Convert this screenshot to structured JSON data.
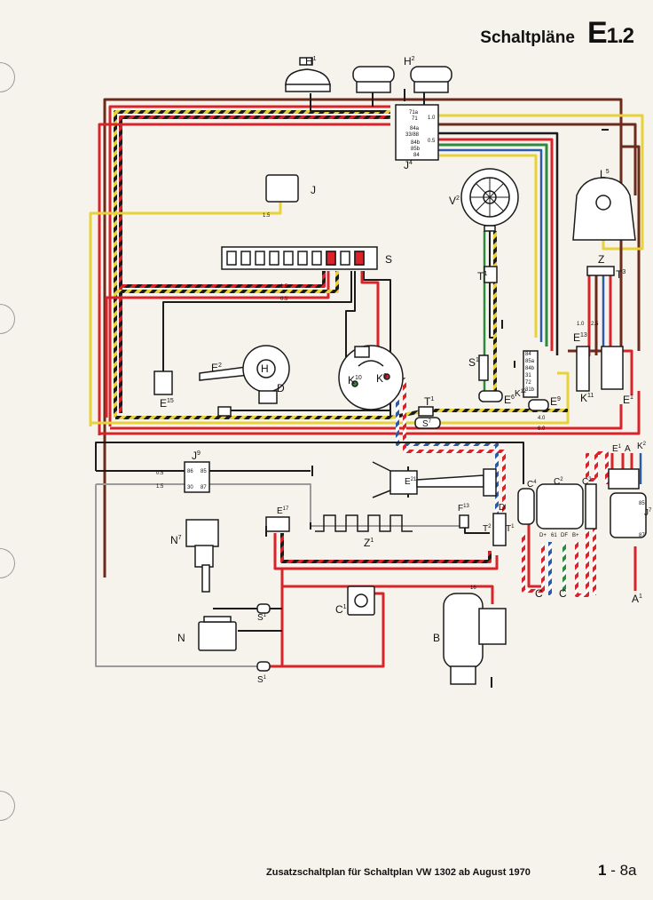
{
  "header": {
    "title": "Schaltpläne",
    "section_letter": "E",
    "section_number": "1.2"
  },
  "footer": {
    "caption": "Zusatzschaltplan für Schaltplan VW 1302 ab August 1970"
  },
  "page_number": {
    "prefix": "1",
    "sep": " - ",
    "suffix": "8a"
  },
  "colors": {
    "red": "#d8232a",
    "black": "#1b1b1b",
    "brown": "#6b2a1a",
    "yellow": "#e7d23a",
    "green": "#2c8a3c",
    "blue": "#2d5aa8",
    "gray": "#9a9a9a",
    "white": "#ffffff"
  },
  "components": [
    {
      "id": "H1",
      "label": "H",
      "sup": "1"
    },
    {
      "id": "H2",
      "label": "H",
      "sup": "2"
    },
    {
      "id": "J4",
      "label": "J",
      "sup": "4"
    },
    {
      "id": "J",
      "label": "J",
      "sup": ""
    },
    {
      "id": "V2",
      "label": "V",
      "sup": "2"
    },
    {
      "id": "L5",
      "label": "L",
      "sup": "5"
    },
    {
      "id": "S",
      "label": "S",
      "sup": ""
    },
    {
      "id": "T1a",
      "label": "T",
      "sup": "1"
    },
    {
      "id": "Z",
      "label": "Z",
      "sup": ""
    },
    {
      "id": "T3",
      "label": "T",
      "sup": "3"
    },
    {
      "id": "E2",
      "label": "E",
      "sup": "2"
    },
    {
      "id": "H",
      "label": "H",
      "sup": ""
    },
    {
      "id": "D",
      "label": "D",
      "sup": ""
    },
    {
      "id": "E15",
      "label": "E",
      "sup": "15"
    },
    {
      "id": "K10",
      "label": "K",
      "sup": "10"
    },
    {
      "id": "K6",
      "label": "K",
      "sup": "6"
    },
    {
      "id": "S1",
      "label": "S",
      "sup": "1"
    },
    {
      "id": "E6",
      "label": "E",
      "sup": "6"
    },
    {
      "id": "E9",
      "label": "E",
      "sup": "9"
    },
    {
      "id": "K12",
      "label": "K",
      "sup": "12"
    },
    {
      "id": "E13",
      "label": "E",
      "sup": "13"
    },
    {
      "id": "K11",
      "label": "K",
      "sup": "11"
    },
    {
      "id": "E1",
      "label": "E",
      "sup": "1"
    },
    {
      "id": "T1b",
      "label": "T",
      "sup": "1"
    },
    {
      "id": "S7",
      "label": "S",
      "sup": "7"
    },
    {
      "id": "J9",
      "label": "J",
      "sup": "9"
    },
    {
      "id": "E21",
      "label": "E",
      "sup": "21"
    },
    {
      "id": "E17",
      "label": "E",
      "sup": "17"
    },
    {
      "id": "Z1",
      "label": "Z",
      "sup": "1"
    },
    {
      "id": "F13",
      "label": "F",
      "sup": "13"
    },
    {
      "id": "N7",
      "label": "N",
      "sup": "7"
    },
    {
      "id": "N",
      "label": "N",
      "sup": ""
    },
    {
      "id": "S1b",
      "label": "S",
      "sup": "1"
    },
    {
      "id": "S1c",
      "label": "S",
      "sup": "1"
    },
    {
      "id": "C1",
      "label": "C",
      "sup": "1"
    },
    {
      "id": "B",
      "label": "B",
      "sup": ""
    },
    {
      "id": "C4",
      "label": "C",
      "sup": "4"
    },
    {
      "id": "C2",
      "label": "C",
      "sup": "2"
    },
    {
      "id": "C3",
      "label": "C",
      "sup": "3"
    },
    {
      "id": "E1b",
      "label": "E",
      "sup": "1"
    },
    {
      "id": "A",
      "label": "A",
      "sup": ""
    },
    {
      "id": "K2",
      "label": "K",
      "sup": "2"
    },
    {
      "id": "J7",
      "label": "J",
      "sup": "7"
    },
    {
      "id": "A1",
      "label": "A",
      "sup": "1"
    },
    {
      "id": "C_a",
      "label": "C",
      "sup": ""
    },
    {
      "id": "C_b",
      "label": "C",
      "sup": ""
    },
    {
      "id": "T2",
      "label": "T",
      "sup": "2"
    },
    {
      "id": "Dd",
      "label": "D",
      "sup": ""
    },
    {
      "id": "T1c",
      "label": "T",
      "sup": "1"
    }
  ],
  "j4_pins": [
    "71a",
    "71",
    "84a",
    "33/88",
    "84b",
    "85b",
    "84"
  ],
  "j9_pins": [
    "86",
    "30",
    "85",
    "87"
  ],
  "j7_pins": [
    "85",
    "87"
  ],
  "regulator_pins": [
    "D+",
    "61",
    "DF",
    "B+"
  ],
  "switch_pins": [
    "84",
    "85a",
    "84b",
    "31",
    "72",
    "31b"
  ],
  "wire_sizes": [
    "1.5",
    "1.0",
    "0.5",
    "2.5",
    "4.0",
    "6.0",
    "16"
  ]
}
